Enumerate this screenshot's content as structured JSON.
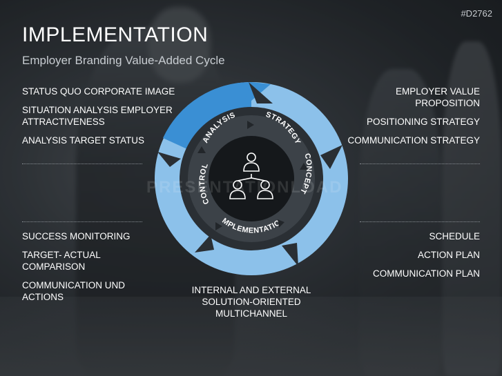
{
  "code": "#D2762",
  "title": "IMPLEMENTATION",
  "subtitle": "Employer Branding Value-Added Cycle",
  "top_left": [
    "STATUS QUO CORPORATE IMAGE",
    "SITUATION ANALYSIS EMPLOYER ATTRACTIVENESS",
    "ANALYSIS TARGET STATUS"
  ],
  "top_right": [
    "EMPLOYER VALUE PROPOSITION",
    "POSITIONING STRATEGY",
    "COMMUNICATION STRATEGY"
  ],
  "bottom_left": [
    "SUCCESS MONITORING",
    "TARGET- ACTUAL COMPARISON",
    "COMMUNICATION UND ACTIONS"
  ],
  "bottom_right": [
    "SCHEDULE",
    "ACTION PLAN",
    "COMMUNICATION PLAN"
  ],
  "bottom_center": "INTERNAL AND EXTERNAL SOLUTION-ORIENTED MULTICHANNEL",
  "watermark": "PRESENTATIONLOAD",
  "cycle": {
    "stages": [
      "ANALYSIS",
      "STRATEGY",
      "CONCEPT",
      "IMPLEMENTATION",
      "CONTROL"
    ],
    "center_icon": "team-hierarchy-icon"
  },
  "colors": {
    "ring_dark": "#3a8fd4",
    "ring_light": "#8cc1ea",
    "inner_ring": "#2e3338",
    "core": "#111417"
  }
}
